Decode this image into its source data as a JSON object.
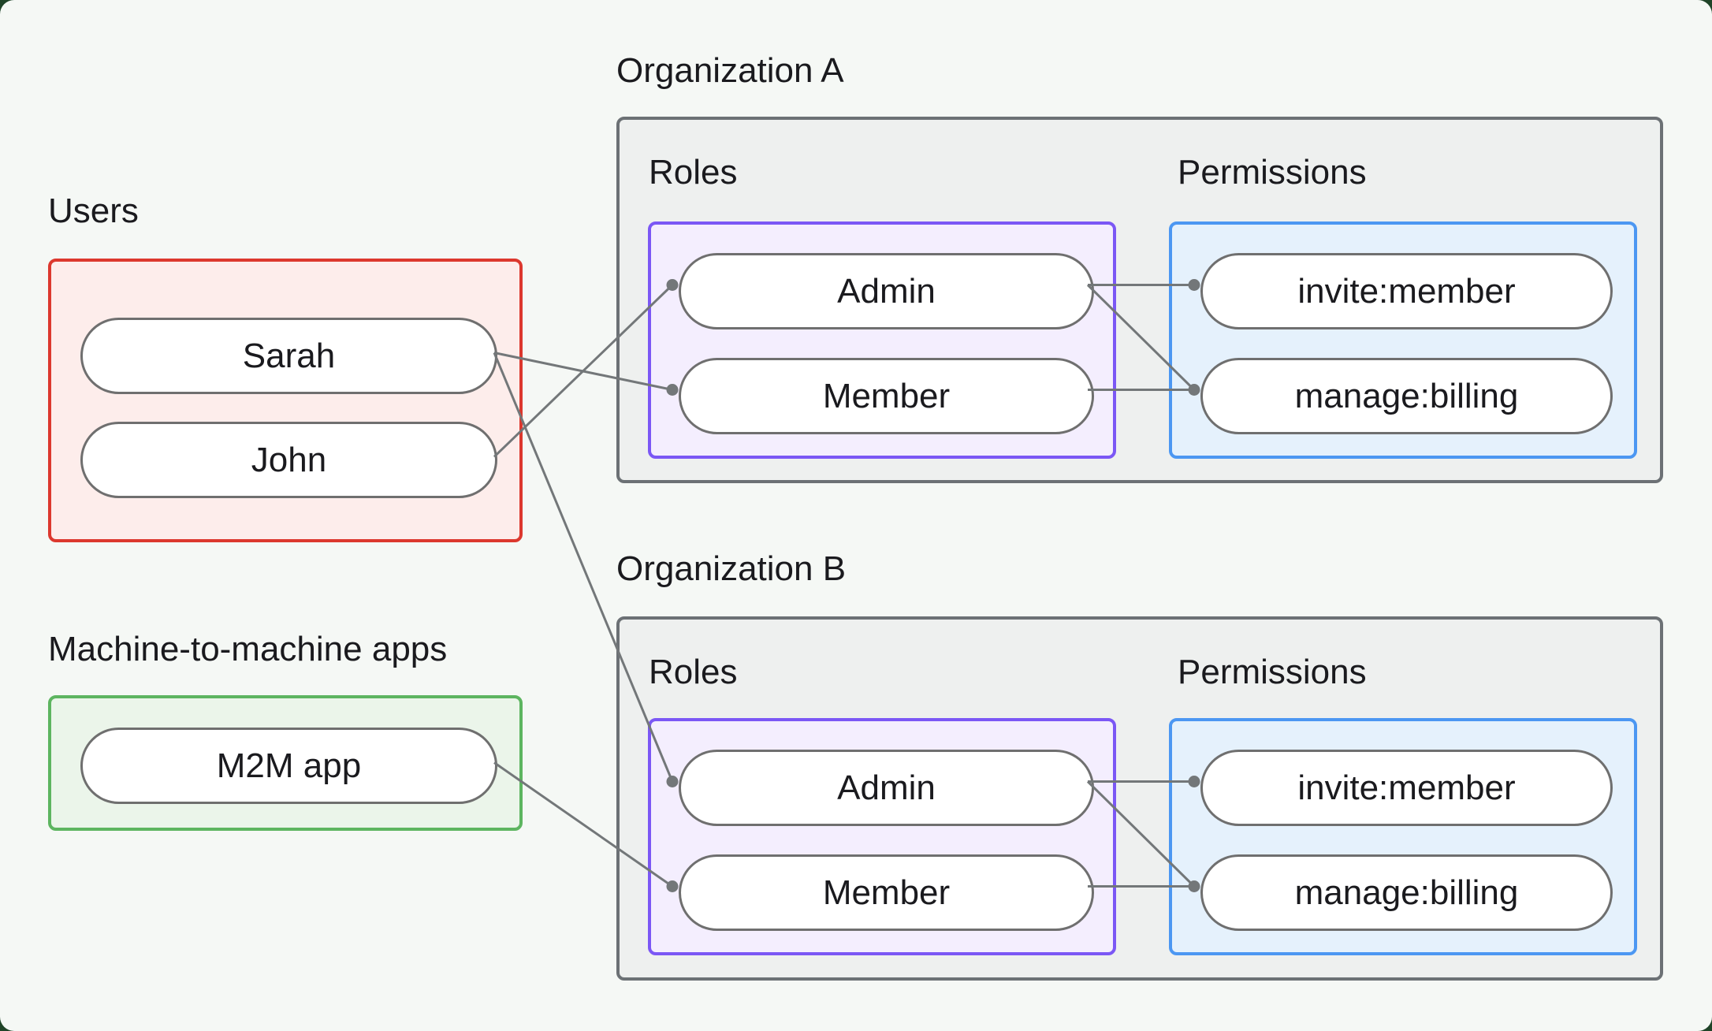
{
  "users": {
    "label": "Users",
    "items": [
      {
        "id": "sarah",
        "label": "Sarah"
      },
      {
        "id": "john",
        "label": "John"
      }
    ]
  },
  "m2m": {
    "label": "Machine-to-machine apps",
    "items": [
      {
        "id": "m2m_app",
        "label": "M2M app"
      }
    ]
  },
  "organizations": [
    {
      "id": "orgA",
      "label": "Organization A",
      "roles_label": "Roles",
      "permissions_label": "Permissions",
      "roles": [
        {
          "id": "admin",
          "label": "Admin"
        },
        {
          "id": "member",
          "label": "Member"
        }
      ],
      "permissions": [
        {
          "id": "invite",
          "label": "invite:member"
        },
        {
          "id": "manage",
          "label": "manage:billing"
        }
      ]
    },
    {
      "id": "orgB",
      "label": "Organization B",
      "roles_label": "Roles",
      "permissions_label": "Permissions",
      "roles": [
        {
          "id": "admin",
          "label": "Admin"
        },
        {
          "id": "member",
          "label": "Member"
        }
      ],
      "permissions": [
        {
          "id": "invite",
          "label": "invite:member"
        },
        {
          "id": "manage",
          "label": "manage:billing"
        }
      ]
    }
  ],
  "connections": [
    {
      "from": "users.sarah",
      "to": "orgA.roles.member"
    },
    {
      "from": "users.john",
      "to": "orgA.roles.admin"
    },
    {
      "from": "users.sarah",
      "to": "orgB.roles.admin"
    },
    {
      "from": "m2m.m2m_app",
      "to": "orgB.roles.member"
    },
    {
      "from": "orgA.roles.admin",
      "to": "orgA.permissions.invite"
    },
    {
      "from": "orgA.roles.admin",
      "to": "orgA.permissions.manage"
    },
    {
      "from": "orgA.roles.member",
      "to": "orgA.permissions.manage"
    },
    {
      "from": "orgB.roles.admin",
      "to": "orgB.permissions.invite"
    },
    {
      "from": "orgB.roles.admin",
      "to": "orgB.permissions.manage"
    },
    {
      "from": "orgB.roles.member",
      "to": "orgB.permissions.manage"
    }
  ],
  "colors": {
    "page": "#f5f8f5",
    "ink": "#1a1a1e",
    "line": "#737779",
    "org-bg": "#eef0ef",
    "org-border": "#6c7175",
    "pill-border": "#6f6f6f",
    "red": "#dc382e",
    "red-bg": "#fdedeb",
    "green": "#5db560",
    "green-bg": "#ebf5ea",
    "purple": "#7b57f5",
    "purple-bg": "#f4eefe",
    "blue": "#4c97f2",
    "blue-bg": "#e5f1fc"
  }
}
